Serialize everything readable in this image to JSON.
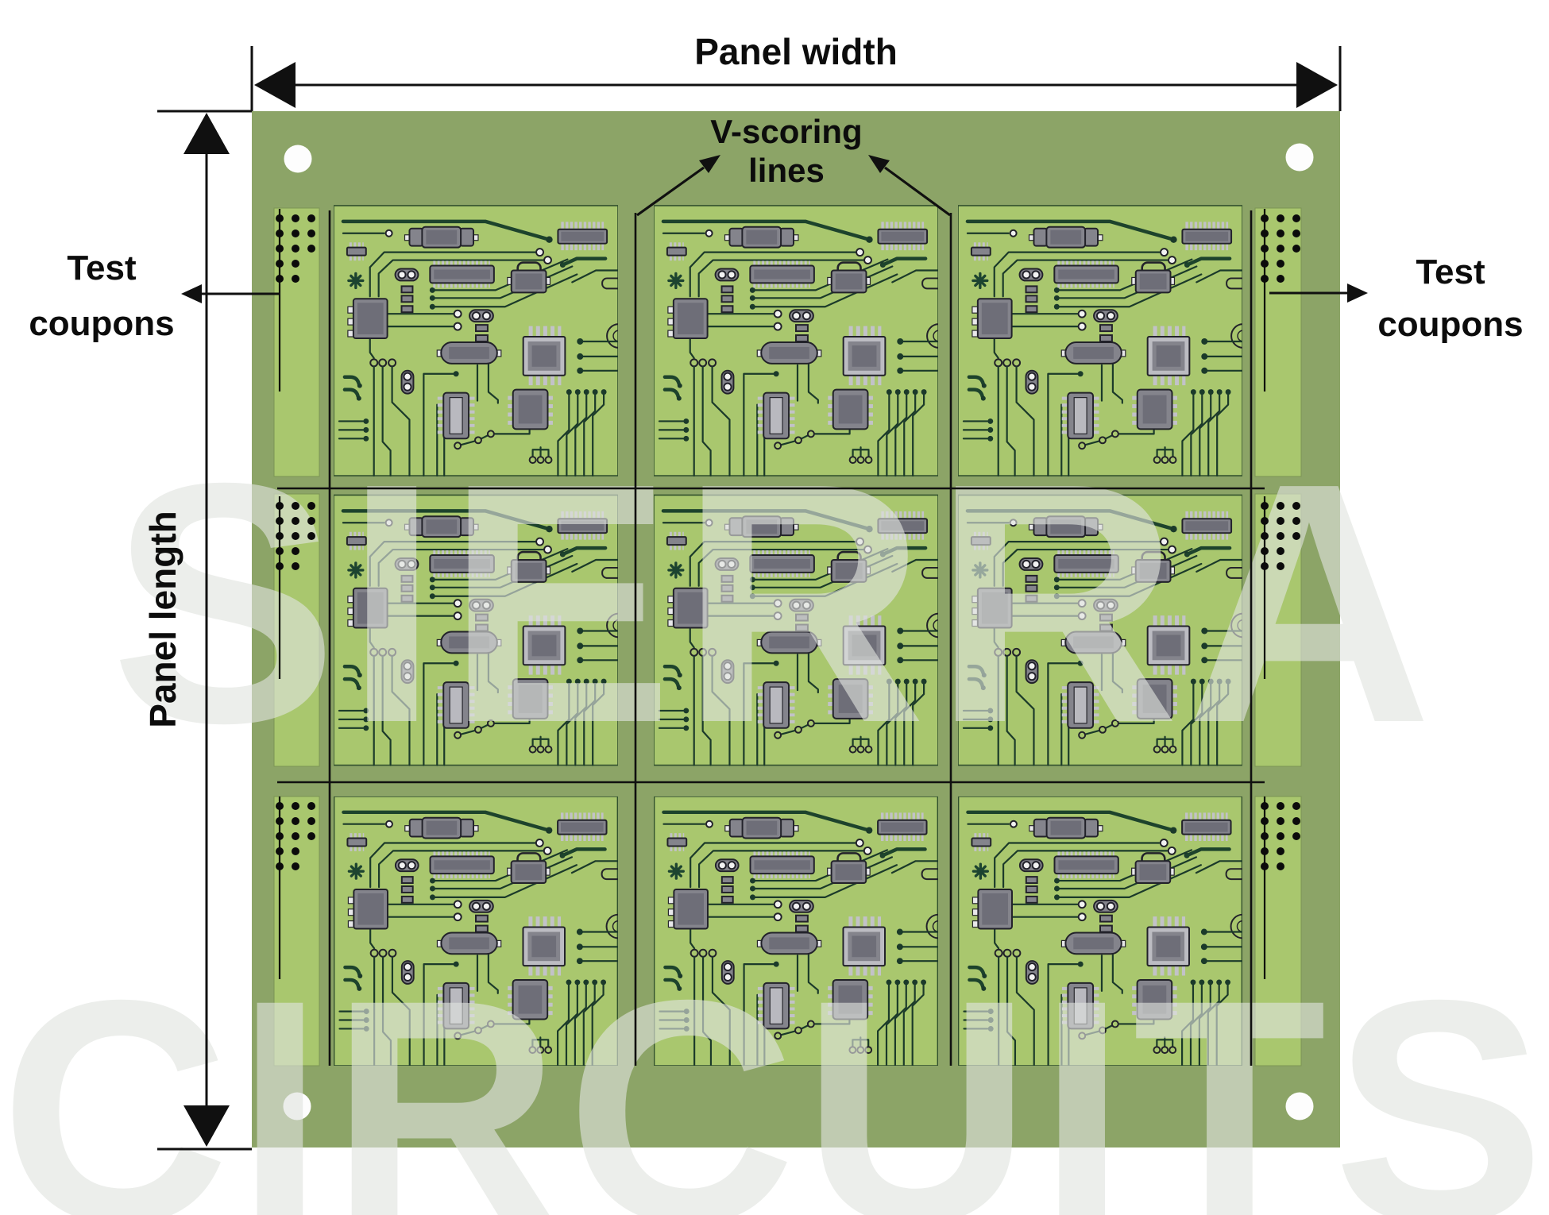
{
  "diagram": {
    "labels": {
      "panel_width": "Panel width",
      "panel_length": "Panel length",
      "v_scoring": "V-scoring\nlines",
      "test_coupons_left": "Test\ncoupons",
      "test_coupons_right": "Test\ncoupons"
    },
    "watermark": {
      "line1": "SIERRA",
      "line2": "CIRCUITS"
    },
    "panel": {
      "board_rows": 3,
      "board_columns": 3,
      "boards_count": 9,
      "corner_holes": 4,
      "test_coupon_strips": 6,
      "coupon_dot_rows": 5,
      "coupon_dot_columns": 3,
      "vertical_scoring_lines": 4,
      "horizontal_scoring_lines": 2
    },
    "colors": {
      "panel_green": "#8ca467",
      "board_green": "#a9c76e",
      "trace_dark": "#1b3a2a",
      "trace_thick": "#1d432c",
      "component_gray": "#84848c",
      "component_dark": "#6e6e78",
      "pin_light": "#c2c2c8",
      "pad_white": "#f2f2f2",
      "annotation_black": "#111111",
      "coupon_dot_black": "#0b0b0b",
      "watermark_gray": "#e0e3df"
    }
  }
}
